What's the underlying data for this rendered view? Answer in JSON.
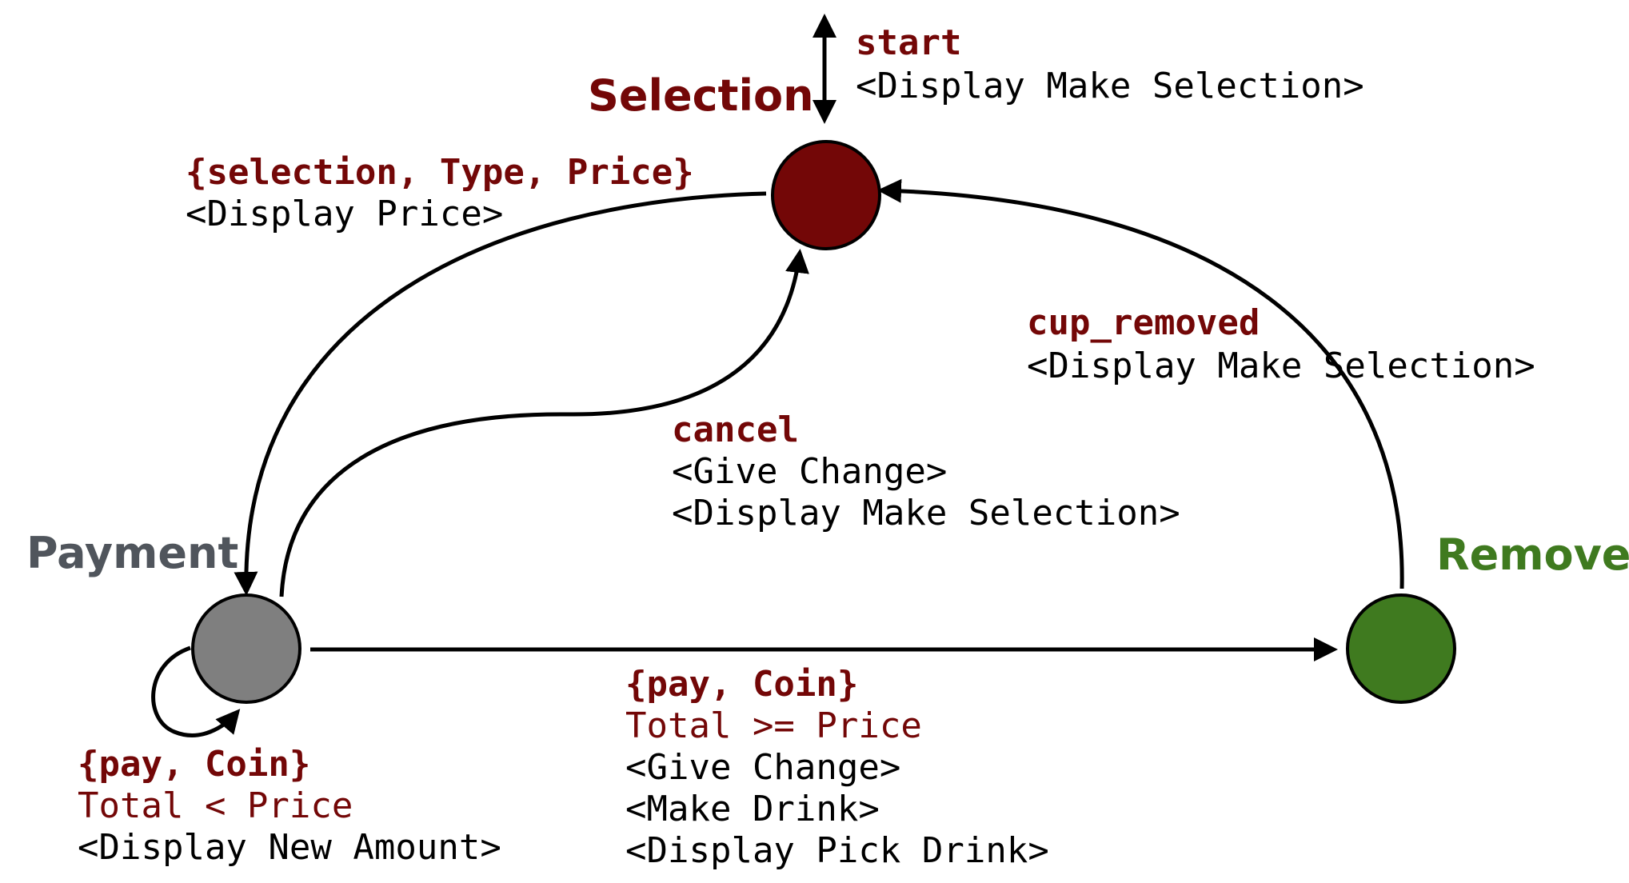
{
  "colors": {
    "selection": "#730707",
    "payment": "#7f7f7f",
    "remove": "#3f7a1f",
    "payment_label": "#50555c",
    "event_text": "#730707",
    "action_text": "#000000"
  },
  "states": {
    "selection": {
      "name": "Selection"
    },
    "payment": {
      "name": "Payment"
    },
    "remove": {
      "name": "Remove"
    }
  },
  "transitions": {
    "start": {
      "event": "start",
      "actions": [
        "<Display Make Selection>"
      ]
    },
    "select": {
      "event": "{selection, Type, Price}",
      "actions": [
        "<Display Price>"
      ]
    },
    "cup_removed": {
      "event": "cup_removed",
      "actions": [
        "<Display Make Selection>"
      ]
    },
    "cancel": {
      "event": "cancel",
      "actions": [
        "<Give Change>",
        "<Display Make Selection>"
      ]
    },
    "pay_loop": {
      "event": "{pay, Coin}",
      "guard": "Total < Price",
      "actions": [
        "<Display New Amount>"
      ]
    },
    "pay_done": {
      "event": "{pay, Coin}",
      "guard": "Total >= Price",
      "actions": [
        "<Give Change>",
        "<Make Drink>",
        "<Display Pick Drink>"
      ]
    }
  }
}
